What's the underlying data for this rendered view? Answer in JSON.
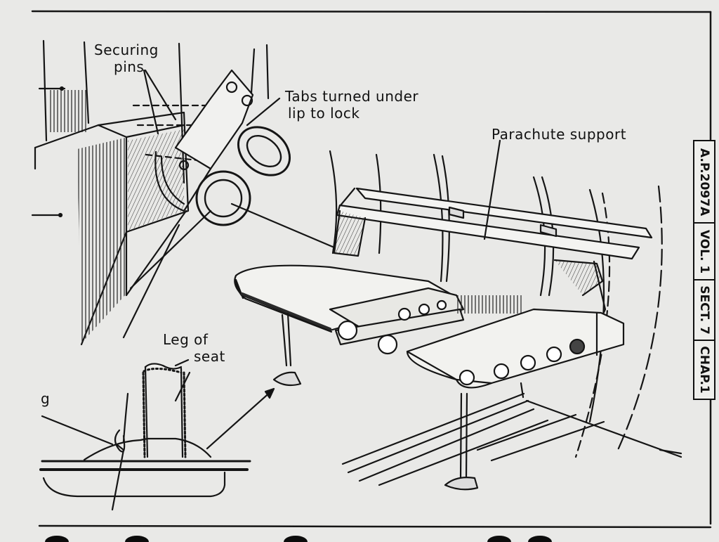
{
  "labels": {
    "securing_pins_line1": "Securing",
    "securing_pins_line2": "pins",
    "tabs_line1": "Tabs turned under",
    "tabs_line2": "lip to lock",
    "parachute_support": "Parachute support",
    "leg_line1": "Leg of",
    "leg_line2": "seat",
    "edge_mark_g": "g"
  },
  "side_tab": {
    "cells": [
      "A.P.2097A",
      "VOL. 1",
      "SECT. 7",
      "CHAP.1"
    ]
  }
}
